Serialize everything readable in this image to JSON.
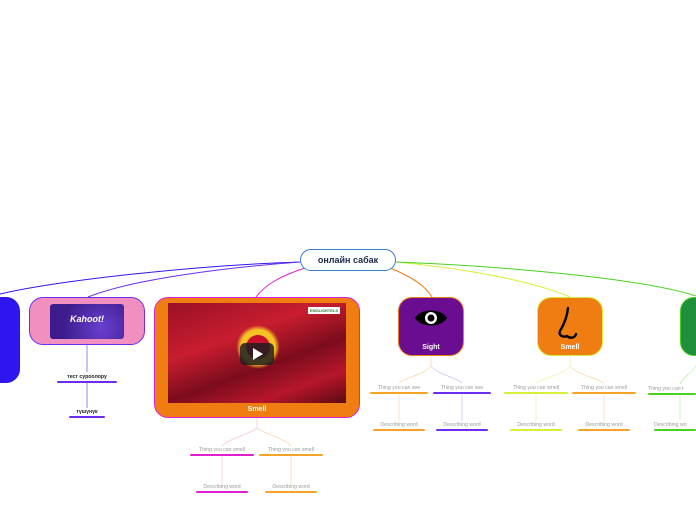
{
  "root": {
    "label": "онлайн сабак"
  },
  "nodes": {
    "kahoot": {
      "image_text": "Kahoot!",
      "children": [
        "тест суроолору",
        "түшүнүк"
      ]
    },
    "smell_video": {
      "label": "Smell",
      "badge": "ENGLISHTELS",
      "children": [
        "Thing you can smell",
        "Thing you can smell"
      ],
      "grandchildren": [
        "Describing word",
        "Describing word"
      ]
    },
    "sight": {
      "label": "Sight",
      "icon": "eye-icon",
      "children": [
        "Thing you can see",
        "Thing you can see"
      ],
      "grandchildren": [
        "Describing word",
        "Describing word"
      ]
    },
    "smell": {
      "label": "Smell",
      "icon": "nose-icon",
      "children": [
        "Thing you can smell",
        "Thing you can smell"
      ],
      "grandchildren": [
        "Describing word",
        "Describing word"
      ]
    },
    "right_partial": {
      "children": [
        "Thing you can t"
      ],
      "grandchildren": [
        "Describing wo"
      ]
    }
  },
  "colors": {
    "blue": "#2f16f0",
    "pink": "#f08fc0",
    "orange": "#f07d12",
    "purple": "#6a0d91",
    "green": "#1e8f3a",
    "magenta": "#e020d0",
    "violet": "#6c2df0",
    "yellow": "#d8ee3a"
  }
}
